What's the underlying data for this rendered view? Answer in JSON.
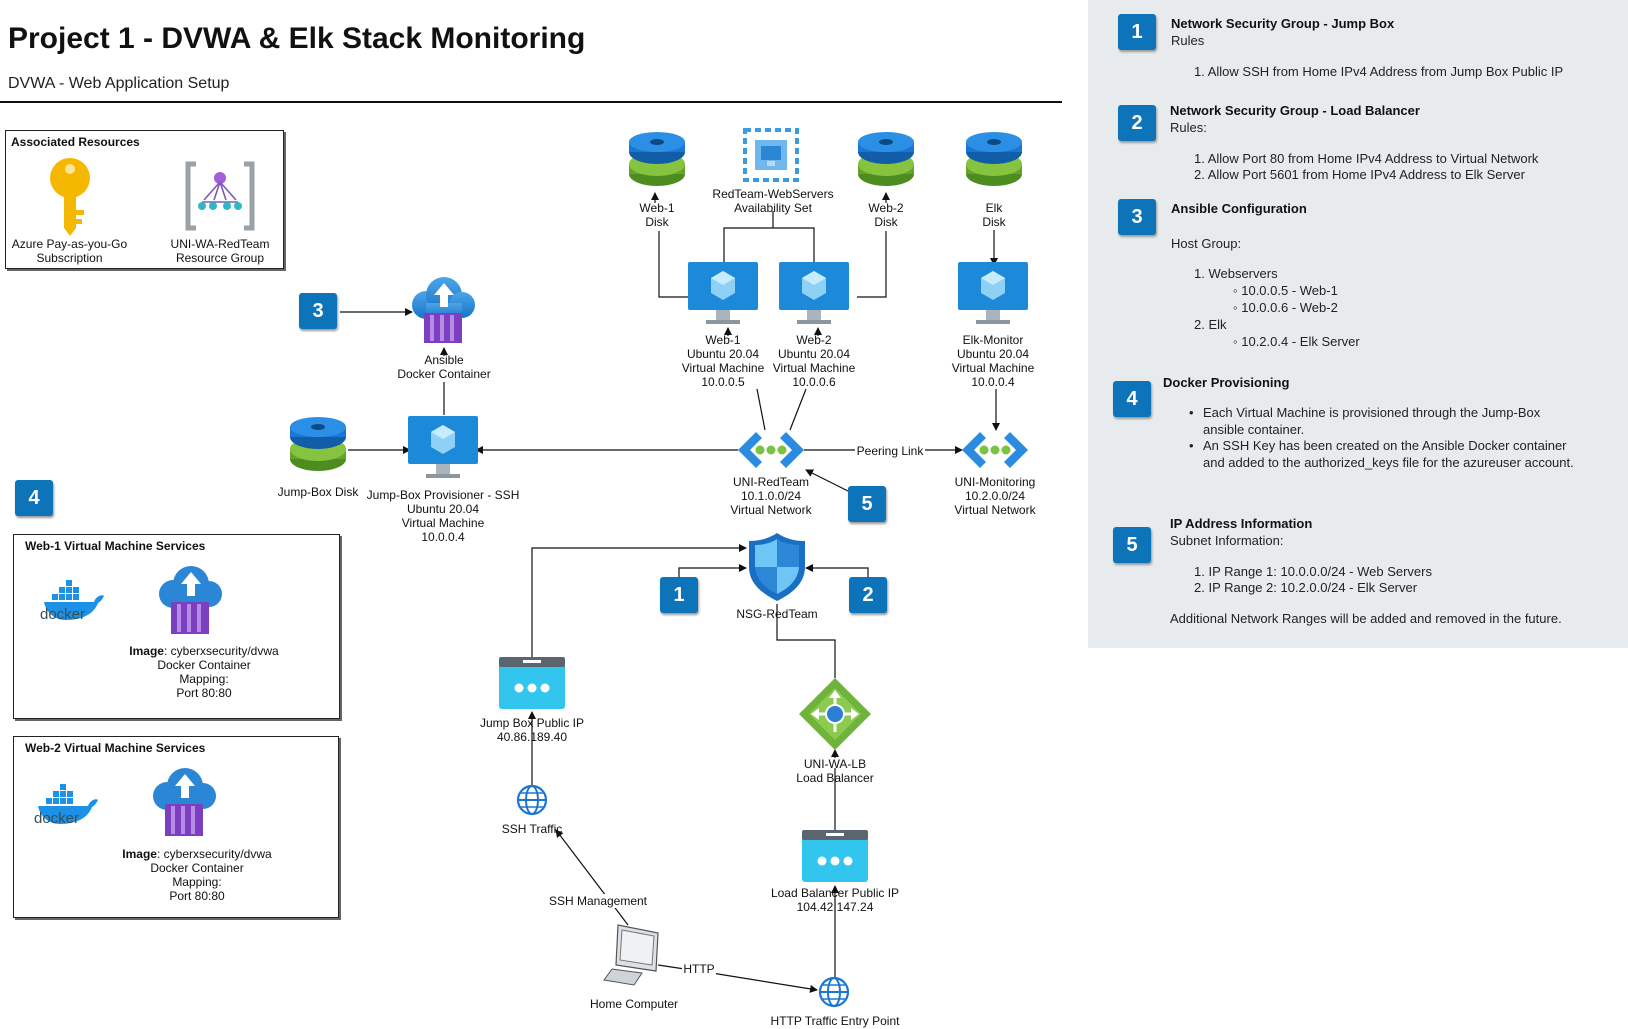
{
  "title": "Project 1 - DVWA & Elk Stack Monitoring",
  "subtitle": "DVWA - Web Application Setup",
  "resources": {
    "title": "Associated Resources",
    "subscription": [
      "Azure Pay-as-you-Go",
      "Subscription"
    ],
    "group": [
      "UNI-WA-RedTeam",
      "Resource Group"
    ]
  },
  "disks": {
    "web1": [
      "Web-1",
      "Disk"
    ],
    "web2": [
      "Web-2",
      "Disk"
    ],
    "elk": [
      "Elk",
      "Disk"
    ],
    "jumpbox": "Jump-Box Disk"
  },
  "availability_set": [
    "RedTeam-WebServers",
    "Availability Set"
  ],
  "vms": {
    "web1": [
      "Web-1",
      "Ubuntu 20.04",
      "Virtual Machine",
      "10.0.0.5"
    ],
    "web2": [
      "Web-2",
      "Ubuntu 20.04",
      "Virtual Machine",
      "10.0.0.6"
    ],
    "elk": [
      "Elk-Monitor",
      "Ubuntu 20.04",
      "Virtual Machine",
      "10.0.0.4"
    ],
    "jumpbox": [
      "Jump-Box Provisioner - SSH",
      "Ubuntu 20.04",
      "Virtual Machine",
      "10.0.0.4"
    ]
  },
  "ansible": [
    "Ansible",
    "Docker Container"
  ],
  "vnets": {
    "redteam": [
      "UNI-RedTeam",
      "10.1.0.0/24",
      "Virtual Network"
    ],
    "monitoring": [
      "UNI-Monitoring",
      "10.2.0.0/24",
      "Virtual Network"
    ]
  },
  "peering_label": "Peering Link",
  "nsg": "NSG-RedTeam",
  "jump_ip": [
    "Jump Box Public IP",
    "40.86.189.40"
  ],
  "lb": [
    "UNI-WA-LB",
    "Load Balancer"
  ],
  "lb_ip": [
    "Load Balancer Public IP",
    "104.42.147.24"
  ],
  "ssh_traffic": "SSH Traffic",
  "ssh_mgmt": "SSH Management",
  "http_label": "HTTP",
  "home": "Home Computer",
  "http_entry": "HTTP Traffic Entry Point",
  "docker_word": "docker",
  "services": [
    {
      "title": "Web-1 Virtual Machine Services",
      "image_label": "Image",
      "image": ": cyberxsecurity/dvwa",
      "lines": [
        "Docker Container",
        "Mapping:",
        "Port 80:80"
      ]
    },
    {
      "title": "Web-2 Virtual Machine Services",
      "image_label": "Image",
      "image": ": cyberxsecurity/dvwa",
      "lines": [
        "Docker Container",
        "Mapping:",
        "Port 80:80"
      ]
    }
  ],
  "badges": [
    "1",
    "2",
    "3",
    "4",
    "5"
  ],
  "info": {
    "s1": {
      "num": "1",
      "title": "Network Security Group - Jump Box",
      "sub": "Rules",
      "items": [
        "1. Allow SSH from Home IPv4 Address from Jump Box Public IP"
      ]
    },
    "s2": {
      "num": "2",
      "title": "Network Security Group - Load Balancer",
      "sub": "Rules:",
      "items": [
        "1. Allow Port 80 from Home IPv4 Address to Virtual Network",
        "2. Allow Port 5601 from Home IPv4 Address to Elk Server"
      ]
    },
    "s3": {
      "num": "3",
      "title": "Ansible Configuration",
      "sub": "Host Group:",
      "items": [
        "1. Webservers",
        "10.0.0.5 - Web-1",
        "10.0.0.6 - Web-2",
        "2. Elk",
        "10.2.0.4 - Elk Server"
      ]
    },
    "s4": {
      "num": "4",
      "title": "Docker Provisioning",
      "items": [
        "Each Virtual Machine is provisioned through the Jump-Box",
        "ansible container.",
        "An SSH Key has been created on the Ansible Docker container",
        "and added to the authorized_keys file for the azureuser account."
      ]
    },
    "s5": {
      "num": "5",
      "title": "IP Address Information",
      "sub": "Subnet Information:",
      "items": [
        "1. IP Range 1: 10.0.0.0/24 - Web Servers",
        "2. IP Range 2: 10.2.0.0/24 - Elk Server"
      ],
      "note": "Additional Network Ranges will be added and removed in the future."
    }
  },
  "colors": {
    "badge": "#0d74b9",
    "vm": "#1c8ad8",
    "disk_blue": "#1976d2",
    "disk_green": "#66a32d",
    "panel_bg": "#e8ebed"
  }
}
